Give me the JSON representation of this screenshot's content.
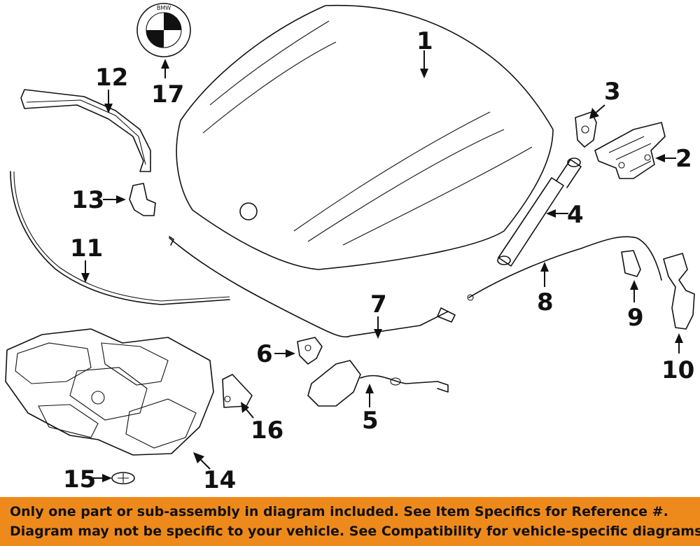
{
  "callouts": {
    "n1": "1",
    "n2": "2",
    "n3": "3",
    "n4": "4",
    "n5": "5",
    "n6": "6",
    "n7": "7",
    "n8": "8",
    "n9": "9",
    "n10": "10",
    "n11": "11",
    "n12": "12",
    "n13": "13",
    "n14": "14",
    "n15": "15",
    "n16": "16",
    "n17": "17"
  },
  "emblem": {
    "text": "BMW"
  },
  "banner": {
    "line1": "Only one part or sub-assembly in diagram included. See Item Specifics for Reference #.",
    "line2": "Diagram may not be specific to your vehicle. See Compatibility for vehicle-specific diagrams."
  },
  "colors": {
    "banner": "#ee8a1c",
    "ink": "#111111"
  }
}
